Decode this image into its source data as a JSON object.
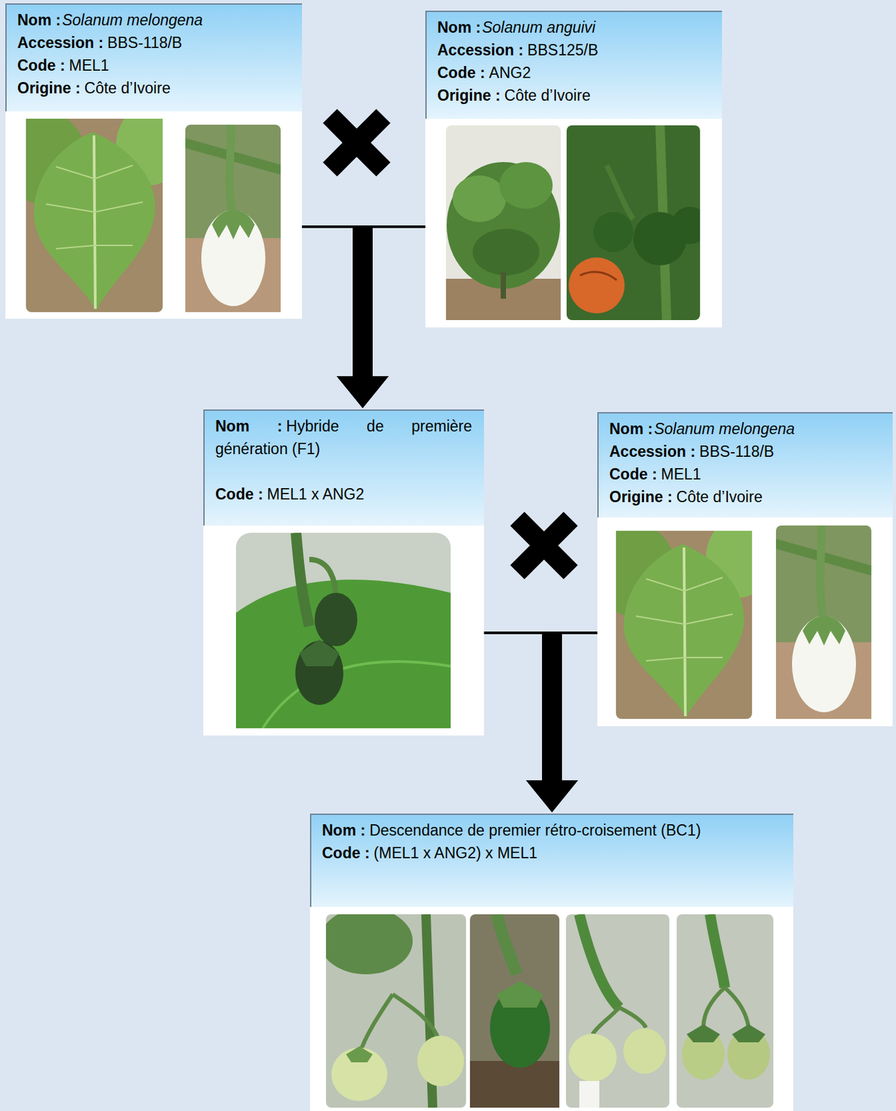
{
  "diagram": {
    "nodes": [
      {
        "text": [
          "Nom :",
          "Solanum melongena",
          "Accession :",
          "BBS-118/B",
          "Code :",
          "MEL1",
          "Origine :",
          "Côte d’Ivoire"
        ]
      },
      {
        "text": [
          "Nom :",
          "Solanum anguivi",
          "Accession :",
          "BBS125/B",
          "Code :",
          "ANG2",
          "Origine :",
          "Côte d’Ivoire"
        ]
      },
      {
        "text": [
          "Nom :",
          "Hybride de première génération (F1)",
          "Code :",
          "MEL1 x ANG2"
        ]
      },
      {
        "text": [
          "Nom :",
          "Solanum melongena",
          "Accession :",
          "BBS-118/B",
          "Code :",
          "MEL1",
          "Origine :",
          "Côte d’Ivoire"
        ]
      },
      {
        "text": [
          "Nom :",
          "Descendance de premier rétro-croisement (BC1)",
          "Code :",
          "(MEL1 x ANG2) x MEL1"
        ]
      }
    ],
    "edges": [
      {
        "from": 0,
        "to": 2,
        "arrow": "to"
      },
      {
        "from": 1,
        "to": 2,
        "arrow": "to"
      },
      {
        "from": 2,
        "to": 4,
        "arrow": "to"
      },
      {
        "from": 3,
        "to": 4,
        "arrow": "to"
      }
    ]
  }
}
